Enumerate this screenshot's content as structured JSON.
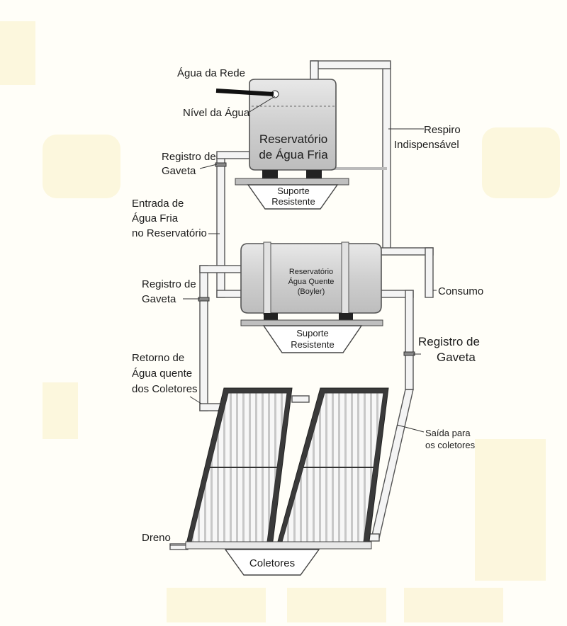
{
  "colors": {
    "background": "#fffef8",
    "tint": "#fbf3d2",
    "pipe_fill": "#f4f4f4",
    "pipe_stroke": "#555555",
    "tank_fill": "#d6d6d6",
    "panel_stripe": "#cfcfcf",
    "text": "#1c1c1c"
  },
  "labels": {
    "agua_da_rede": "Água da Rede",
    "nivel_da_agua": "Nível da Água",
    "cold_tank_1": "Reservatório",
    "cold_tank_2": "de Água Fria",
    "registro1_a": "Registro de",
    "registro1_b": "Gaveta",
    "suporte1_a": "Suporte",
    "suporte1_b": "Resistente",
    "respiro_a": "Respiro",
    "respiro_b": "Indispensável",
    "entrada_a": "Entrada de",
    "entrada_b": "Água Fria",
    "entrada_c": "no Reservatório",
    "hot_tank_1": "Reservatório",
    "hot_tank_2": "Água Quente",
    "hot_tank_3": "(Boyler)",
    "registro2_a": "Registro de",
    "registro2_b": "Gaveta",
    "consumo": "Consumo",
    "suporte2_a": "Suporte",
    "suporte2_b": "Resistente",
    "registro3_a": "Registro de",
    "registro3_b": "Gaveta",
    "retorno_a": "Retorno de",
    "retorno_b": "Água quente",
    "retorno_c": "dos Coletores",
    "saida_a": "Saída para",
    "saida_b": "os coletores",
    "dreno": "Dreno",
    "coletores": "Coletores"
  }
}
